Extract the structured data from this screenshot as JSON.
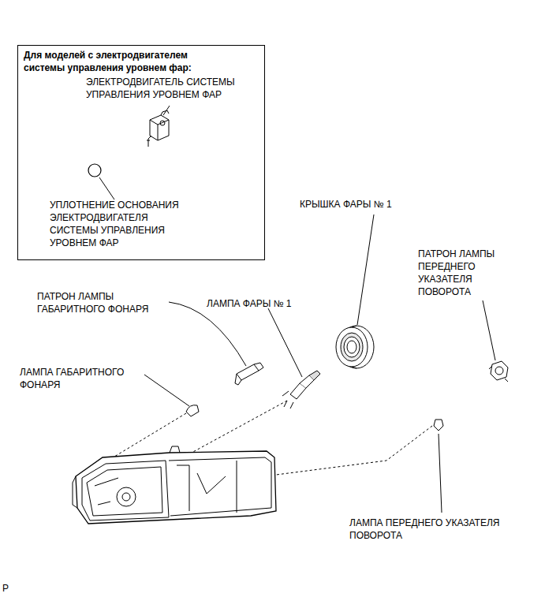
{
  "diagram": {
    "nodes": [
      {
        "text": [
          "Для моделей с электродвигателем системы управления уровнем фар:",
          "ЭЛЕКТРОДВИГАТЕЛЬ СИСТЕМЫ УПРАВЛЕНИЯ УРОВНЕМ ФАР",
          "УПЛОТНЕНИЕ ОСНОВАНИЯ ЭЛЕКТРОДВИГАТЕЛЯ СИСТЕМЫ УПРАВЛЕНИЯ УРОВНЕМ ФАР"
        ]
      }
    ],
    "labels": [
      "КРЫШКА ФАРЫ № 1",
      "ПАТРОН ЛАМПЫ ПЕРЕДНЕГО УКАЗАТЕЛЯ ПОВОРОТА",
      "ПАТРОН ЛАМПЫ ГАБАРИТНОГО ФОНАРЯ",
      "ЛАМПА ФАРЫ № 1",
      "ЛАМПА ГАБАРИТНОГО ФОНАРЯ",
      "ЛАМПА ПЕРЕДНЕГО УКАЗАТЕЛЯ ПОВОРОТА",
      "P"
    ]
  }
}
